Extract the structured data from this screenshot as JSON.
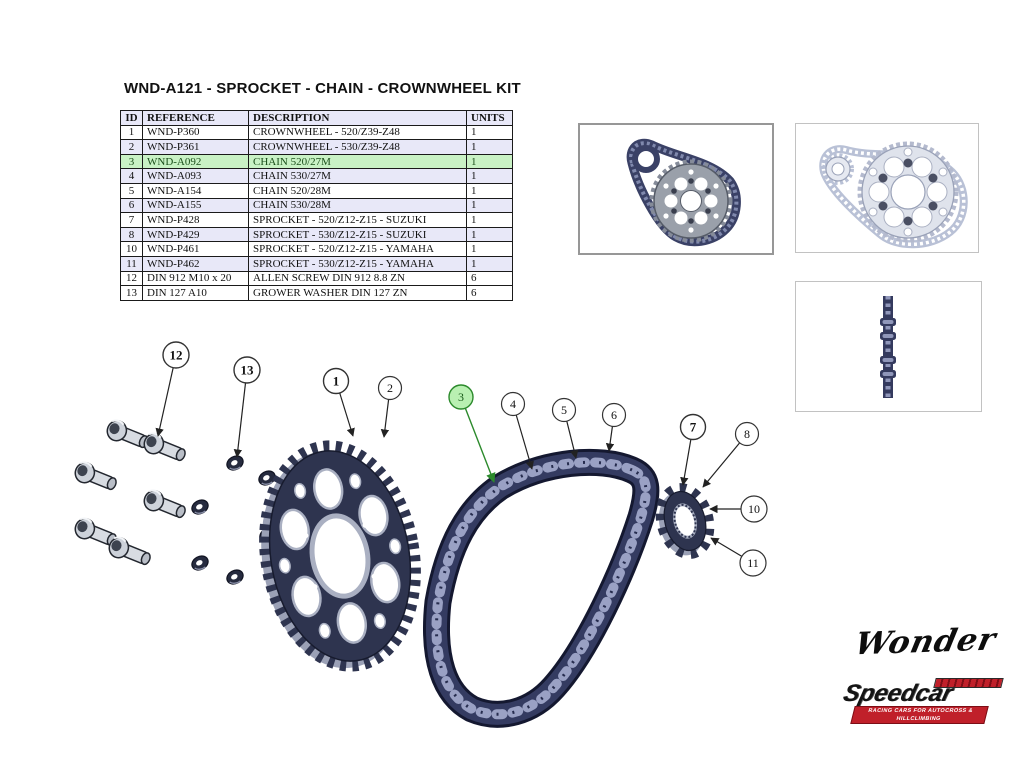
{
  "title": "WND-A121 - SPROCKET - CHAIN - CROWNWHEEL KIT",
  "table": {
    "headers": [
      "ID",
      "REFERENCE",
      "DESCRIPTION",
      "UNITS"
    ],
    "rows": [
      {
        "id": "1",
        "reference": "WND-P360",
        "description": "CROWNWHEEL - 520/Z39-Z48",
        "units": "1"
      },
      {
        "id": "2",
        "reference": "WND-P361",
        "description": "CROWNWHEEL - 530/Z39-Z48",
        "units": "1"
      },
      {
        "id": "3",
        "reference": "WND-A092",
        "description": "CHAIN 520/27M",
        "units": "1"
      },
      {
        "id": "4",
        "reference": "WND-A093",
        "description": "CHAIN 530/27M",
        "units": "1"
      },
      {
        "id": "5",
        "reference": "WND-A154",
        "description": "CHAIN 520/28M",
        "units": "1"
      },
      {
        "id": "6",
        "reference": "WND-A155",
        "description": "CHAIN 530/28M",
        "units": "1"
      },
      {
        "id": "7",
        "reference": "WND-P428",
        "description": "SPROCKET - 520/Z12-Z15 - SUZUKI",
        "units": "1"
      },
      {
        "id": "8",
        "reference": "WND-P429",
        "description": "SPROCKET - 530/Z12-Z15 - SUZUKI",
        "units": "1"
      },
      {
        "id": "10",
        "reference": "WND-P461",
        "description": "SPROCKET - 520/Z12-Z15 - YAMAHA",
        "units": "1"
      },
      {
        "id": "11",
        "reference": "WND-P462",
        "description": "SPROCKET - 530/Z12-Z15 - YAMAHA",
        "units": "1"
      },
      {
        "id": "12",
        "reference": "DIN 912 M10 x 20",
        "description": "ALLEN SCREW DIN 912 8.8 ZN",
        "units": "6"
      },
      {
        "id": "13",
        "reference": "DIN 127 A10",
        "description": "GROWER WASHER DIN 127 ZN",
        "units": "6"
      }
    ],
    "highlighted_row_id": "3"
  },
  "diagram": {
    "callouts": [
      {
        "label": "12",
        "part": "allen-screw"
      },
      {
        "label": "13",
        "part": "grower-washer"
      },
      {
        "label": "1",
        "part": "crownwheel"
      },
      {
        "label": "2",
        "part": "crownwheel"
      },
      {
        "label": "3",
        "part": "chain",
        "highlighted": true
      },
      {
        "label": "4",
        "part": "chain"
      },
      {
        "label": "5",
        "part": "chain"
      },
      {
        "label": "6",
        "part": "chain"
      },
      {
        "label": "7",
        "part": "front-sprocket"
      },
      {
        "label": "8",
        "part": "front-sprocket"
      },
      {
        "label": "10",
        "part": "front-sprocket"
      },
      {
        "label": "11",
        "part": "front-sprocket"
      }
    ],
    "highlighted_callout": "3"
  },
  "thumbnails": [
    {
      "name": "chain-crownwheel-perspective-view"
    },
    {
      "name": "chain-crownwheel-front-view"
    },
    {
      "name": "chain-side-view"
    }
  ],
  "logos": {
    "wonder": "Wonder",
    "speedcar": "Speedcar",
    "speedcar_tagline": "RACING CARS FOR AUTOCROSS & HILLCLIMBING"
  },
  "colors": {
    "part_navy": "#2e344f",
    "row_alt_lavender": "#e8e8f8",
    "highlight_row_green": "#c9f2c5",
    "callout_green_fill": "#b9f0b2",
    "callout_green_stroke": "#2c8a2c",
    "speedcar_red": "#c0202a"
  }
}
